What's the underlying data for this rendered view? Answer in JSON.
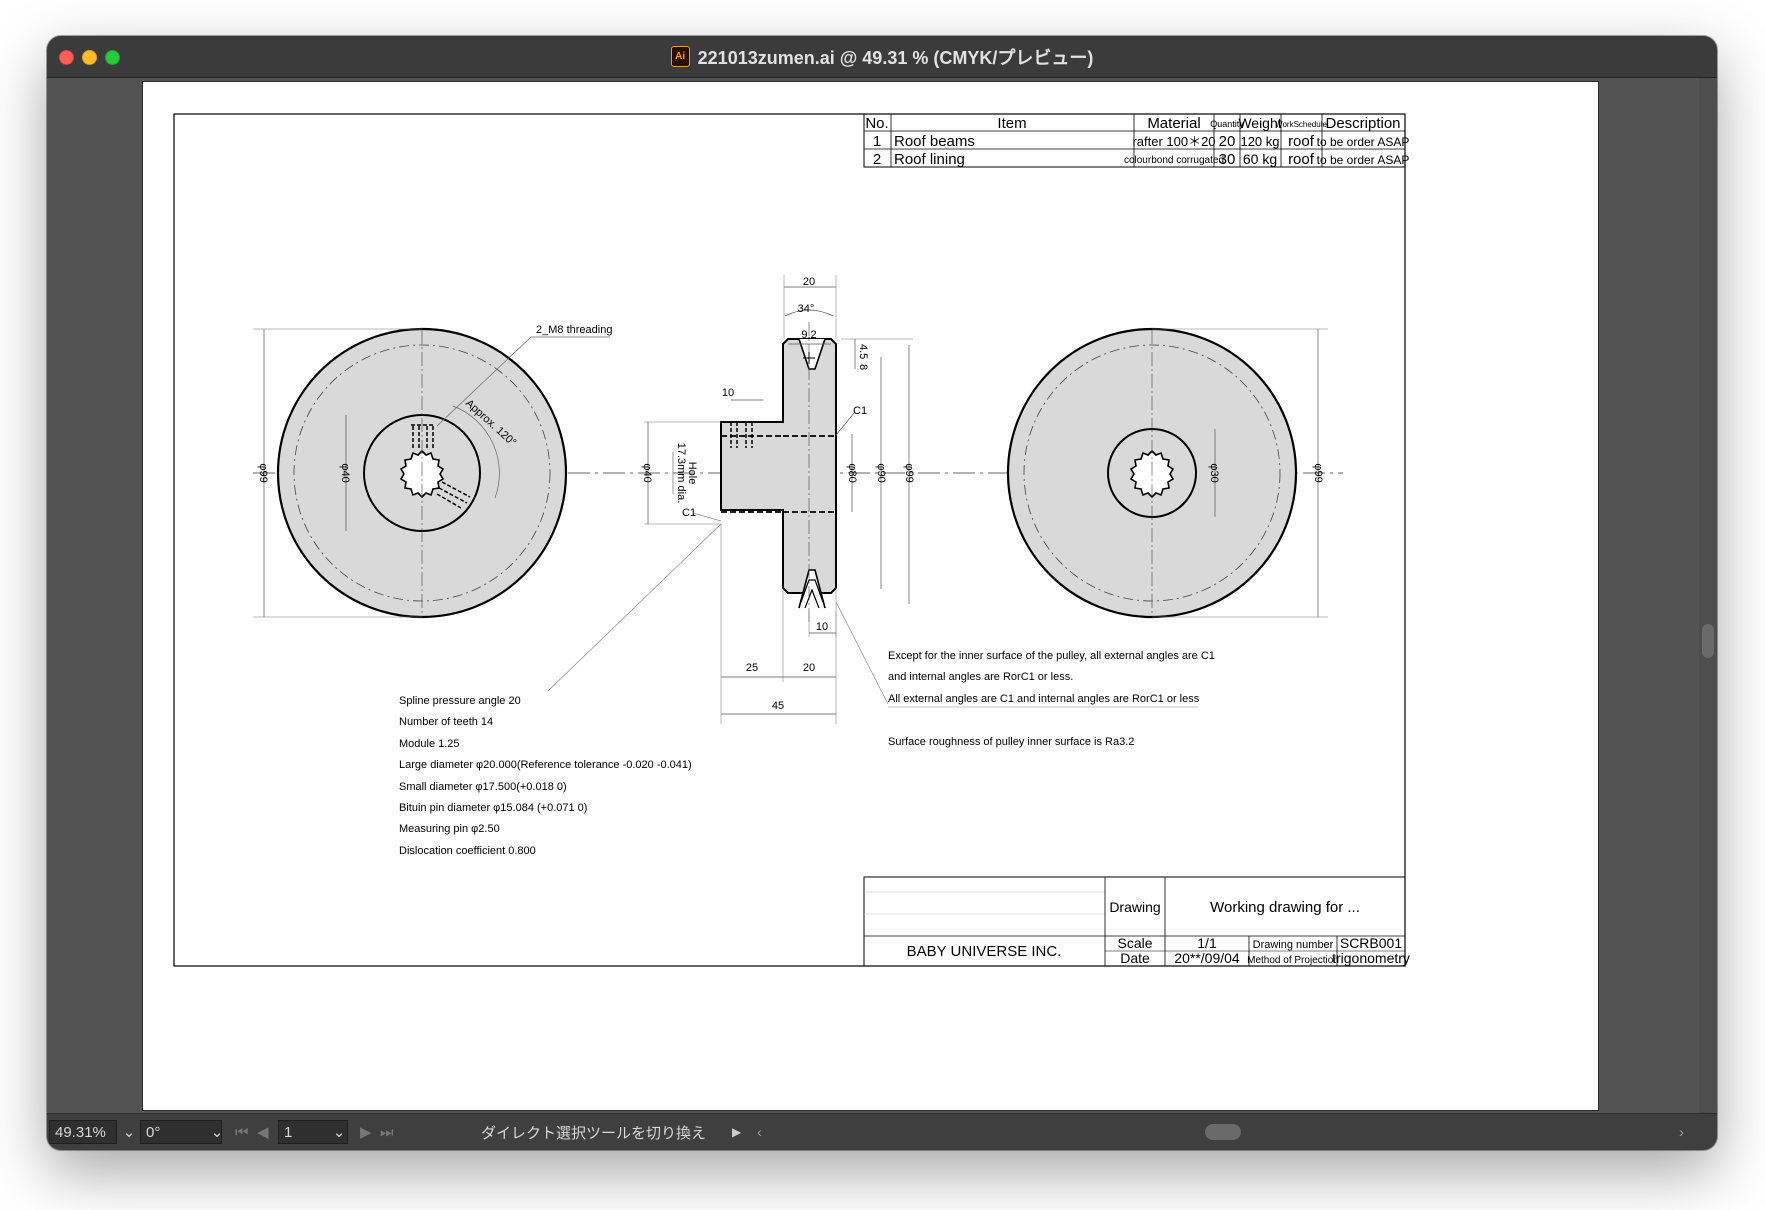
{
  "window": {
    "title": "221013zumen.ai @ 49.31 % (CMYK/プレビュー)",
    "app_icon_label": "Ai",
    "colors": {
      "close": "#ff5f57",
      "minimize": "#febc2e",
      "zoom": "#28c840",
      "pulley_fill": "#d9d9d9"
    }
  },
  "parts_list": {
    "headers": [
      "No.",
      "Item",
      "Material",
      "Quantity",
      "Weight",
      "WorkSchedule",
      "Description"
    ],
    "rows": [
      [
        "1",
        "Roof beams",
        "rafter 100＊20",
        "20",
        "120 kg",
        "roof",
        "to be order ASAP"
      ],
      [
        "2",
        "Roof lining",
        "colourbond corrugated",
        "30",
        "60 kg",
        "roof",
        "to be order ASAP"
      ]
    ]
  },
  "drawing_labels": {
    "threading": "2_M8 threading",
    "approx_angle": "Approx. 120°",
    "left_outer": "φ99",
    "left_hub": "φ40",
    "front_hub": "φ40",
    "hole_1": "Hole",
    "hole_2": "17.3mm dia.",
    "c1_hub": "C1",
    "c1_pulley": "C1",
    "dim_10_top": "10",
    "dim_20_top": "20",
    "angle_34": "34°",
    "dim_9_2": "9.2",
    "dim_4_5": "4.5",
    "dim_8": "8",
    "phi_80": "φ80",
    "phi_90": "φ90",
    "phi_99_mid": "φ99",
    "dim_10_bottom": "10",
    "dim_25": "25",
    "dim_20_bottom": "20",
    "dim_45": "45",
    "right_inner": "φ30",
    "right_outer": "φ99"
  },
  "notes_left": [
    "Spline pressure angle 20",
    "Number of teeth 14",
    "Module 1.25",
    "Large diameter φ20.000(Reference tolerance -0.020 -0.041)",
    "Small diameter φ17.500(+0.018 0)",
    "Bituin pin diameter φ15.084 (+0.071 0)",
    "Measuring pin φ2.50",
    "Dislocation coefficient 0.800"
  ],
  "notes_right": [
    "Except for the inner surface of the pulley, all external angles are C1",
    "and internal angles are RorC1 or less.",
    "All external angles are C1 and internal angles are RorC1 or less",
    "Surface roughness of pulley inner surface is Ra3.2"
  ],
  "title_block": {
    "drawing_label": "Drawing",
    "drawing_value": "Working drawing for ...",
    "company": "BABY UNIVERSE INC.",
    "scale_label": "Scale",
    "scale_value": "1/1",
    "date_label": "Date",
    "date_value": "20**/09/04",
    "number_label": "Drawing number",
    "number_value": "SCRB001",
    "projection_label": "Method of Projection",
    "projection_value": "trigonometry"
  },
  "status_bar": {
    "zoom": "49.31%",
    "rotation": "0°",
    "artboard_number": "1",
    "tool_hint": "ダイレクト選択ツールを切り換え"
  }
}
